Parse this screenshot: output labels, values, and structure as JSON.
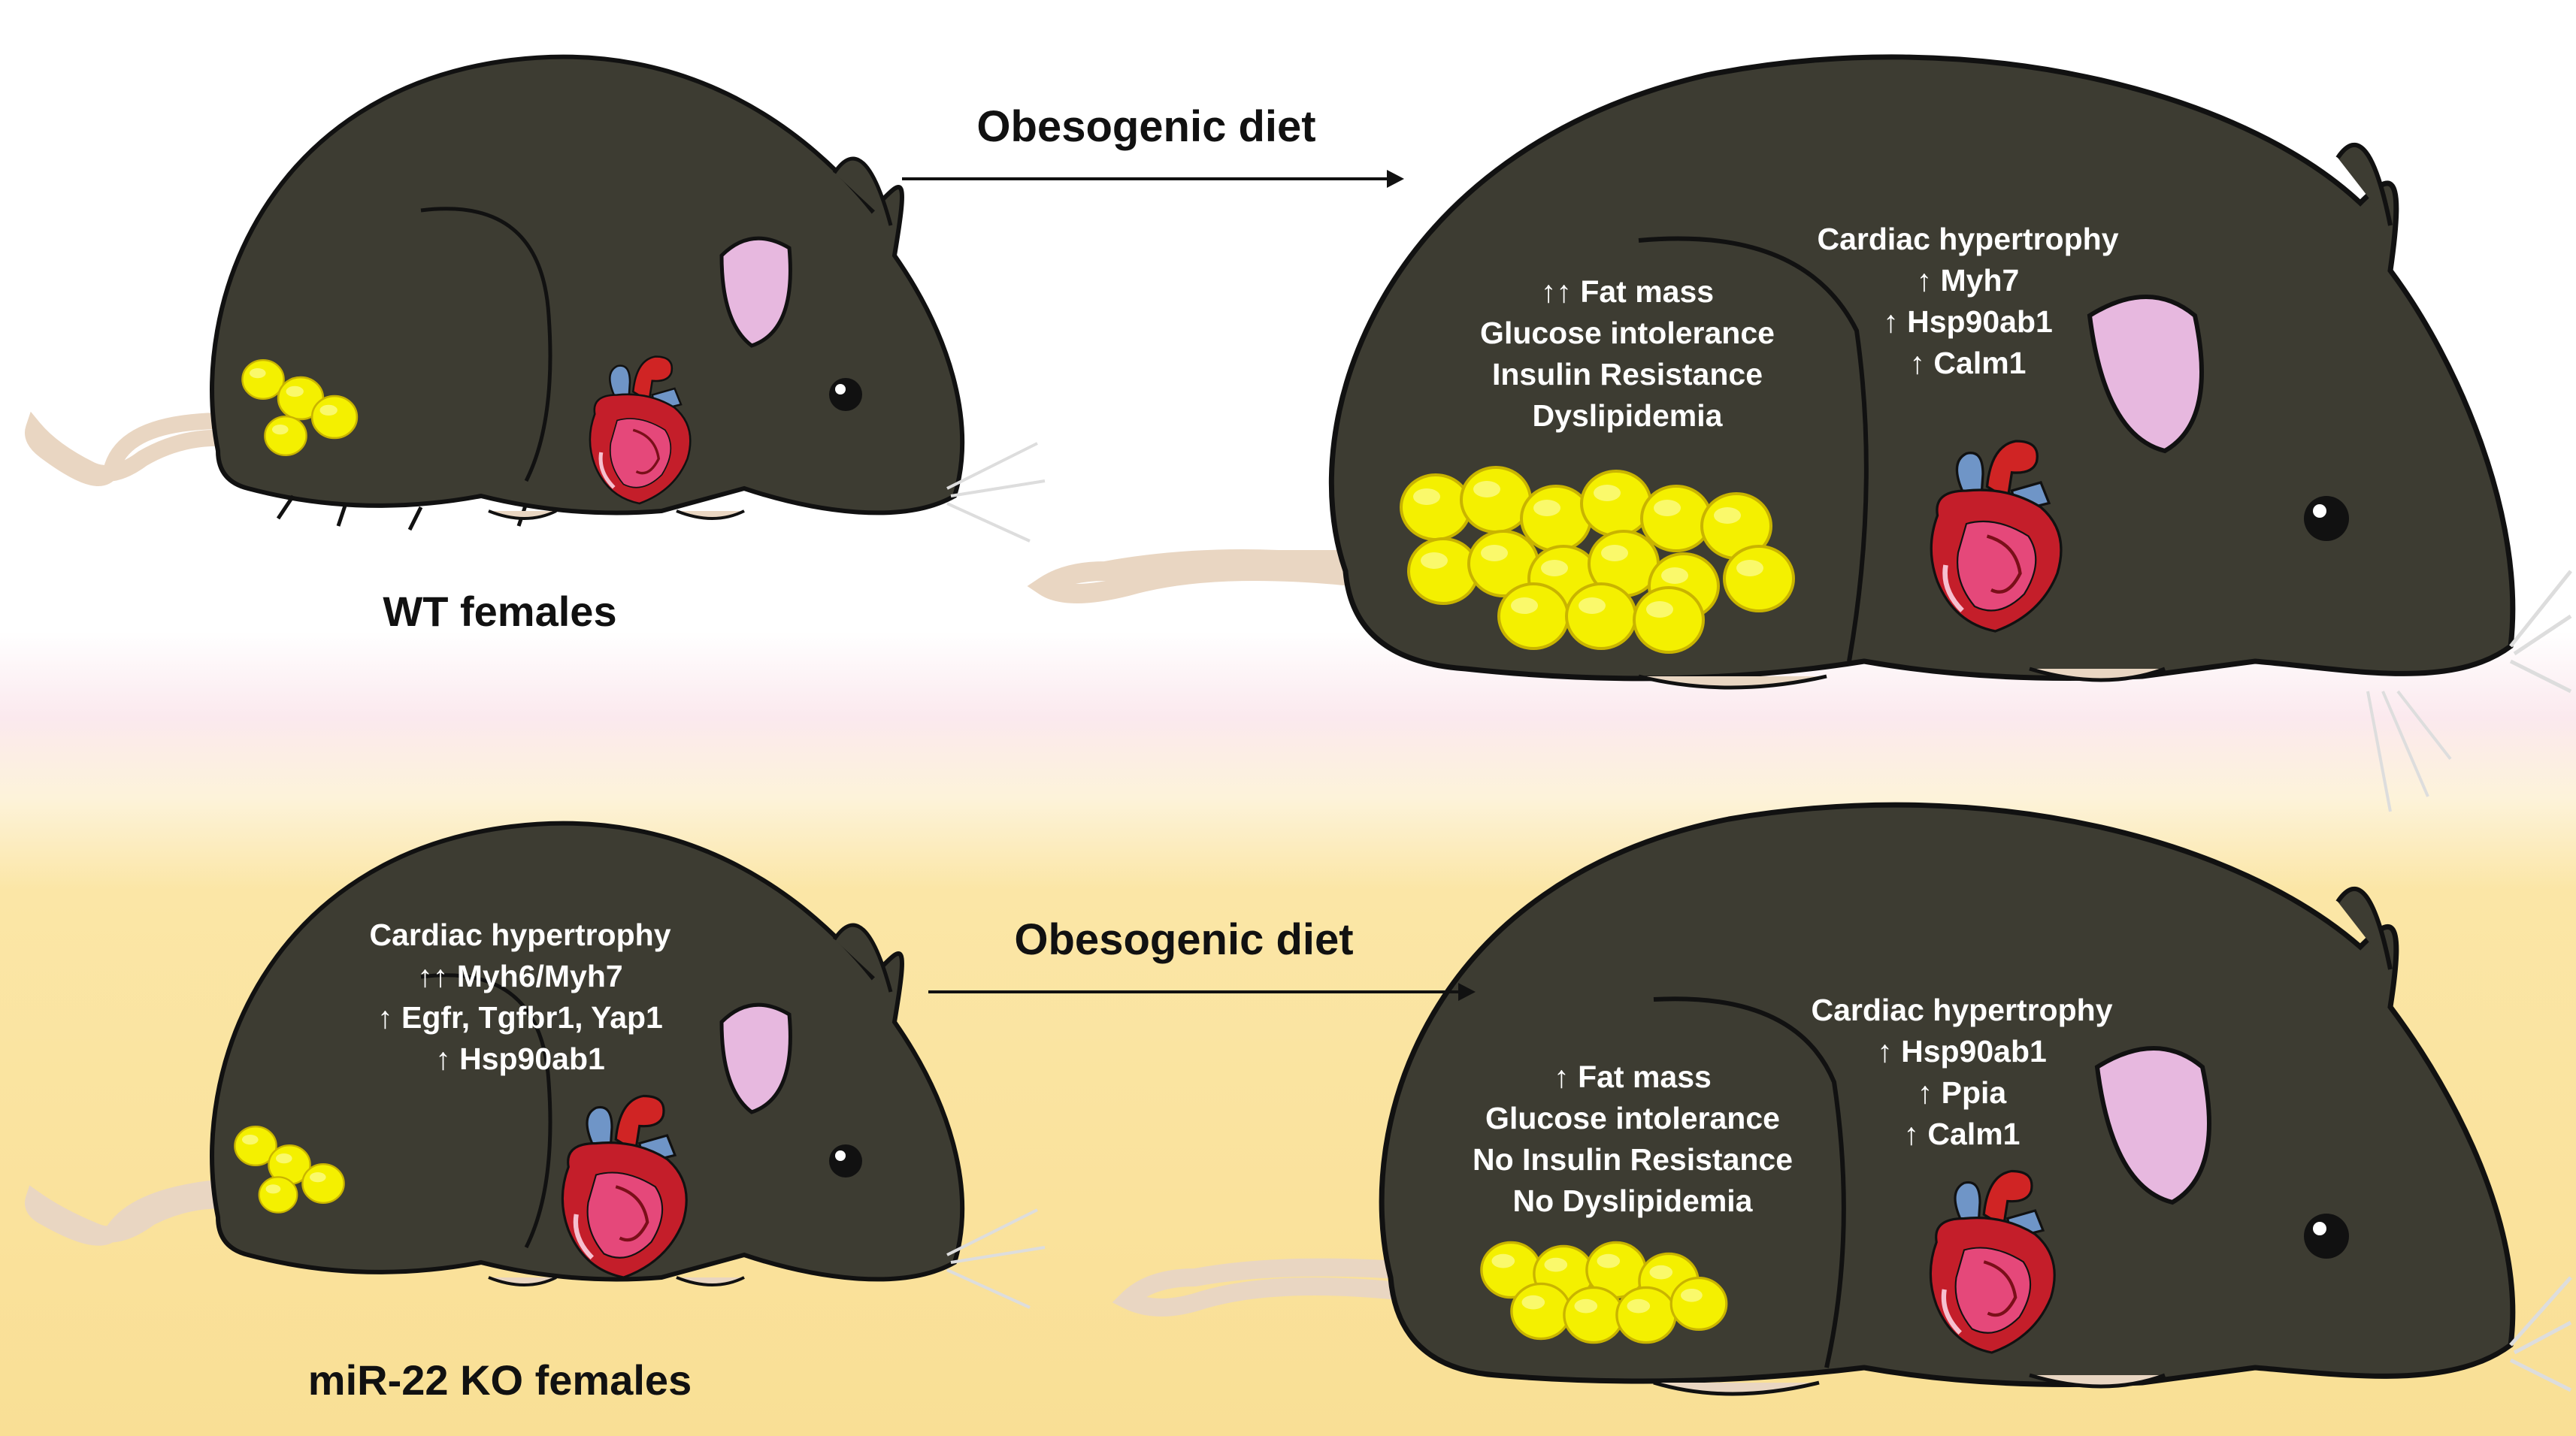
{
  "colors": {
    "background_top": "#ffffff",
    "band": "#fbe9ee",
    "background_bottom": "#fbe6a6",
    "mouse_body": "#3d3c32",
    "mouse_outline": "#111111",
    "ear_inner": "#e7b8df",
    "tail": "#e9d6c2",
    "fat": "#f4f000",
    "fat_edge": "#c9b400",
    "heart_red": "#c41e2a",
    "heart_pink": "#e5487a",
    "vessel_blue": "#6f95c7",
    "text_light": "#ffffff",
    "text_dark": "#111111"
  },
  "top": {
    "arrow_label": "Obesogenic diet",
    "group_label": "WT females",
    "obese_left_lines": [
      "↑↑ Fat mass",
      "Glucose  intolerance",
      "Insulin  Resistance",
      "Dyslipidemia"
    ],
    "obese_right_lines": [
      "Cardiac  hypertrophy",
      "↑ Myh7",
      "↑ Hsp90ab1",
      "↑ Calm1"
    ]
  },
  "bottom": {
    "arrow_label": "Obesogenic diet",
    "group_label": "miR-22 KO females",
    "lean_lines": [
      "Cardiac  hypertrophy",
      "↑↑ Myh6/Myh7",
      "↑ Egfr,  Tgfbr1,  Yap1",
      "↑ Hsp90ab1"
    ],
    "obese_left_lines": [
      "↑ Fat mass",
      "Glucose  intolerance",
      "No Insulin  Resistance",
      "No Dyslipidemia"
    ],
    "obese_right_lines": [
      "Cardiac  hypertrophy",
      "↑ Hsp90ab1",
      "↑ Ppia",
      "↑ Calm1"
    ]
  },
  "icons": [
    "mouse-icon",
    "heart-icon",
    "fat-cells-icon",
    "arrow-right-icon"
  ]
}
